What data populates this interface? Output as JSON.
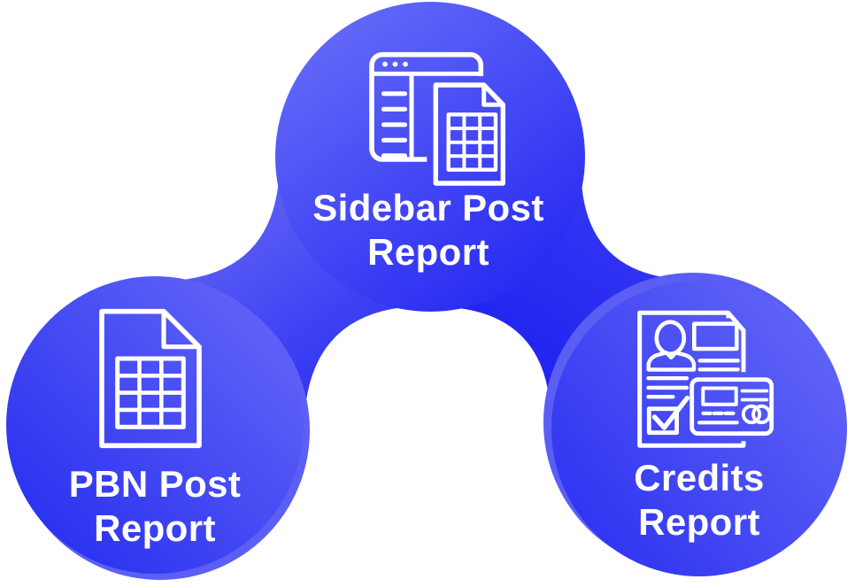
{
  "diagram": {
    "type": "blob-infographic",
    "background": "#ffffff",
    "nodes": [
      {
        "id": "sidebar-post-report",
        "label_line1": "Sidebar Post",
        "label_line2": "Report",
        "icon": "browser-spreadsheet-icon"
      },
      {
        "id": "pbn-post-report",
        "label_line1": "PBN Post",
        "label_line2": "Report",
        "icon": "spreadsheet-document-icon"
      },
      {
        "id": "credits-report",
        "label_line1": "Credits",
        "label_line2": "Report",
        "icon": "credits-document-card-icon"
      }
    ],
    "colors": {
      "top_light": "#646af8",
      "top_dark": "#2527f1",
      "left_light": "#6063f6",
      "left_dark": "#2a31f0",
      "right_light": "#6266f6",
      "right_dark": "#2e33f1",
      "neck_left_light": "#5d60f4",
      "neck_left_dark": "#3134f2",
      "neck_right_light": "#3336f3",
      "neck_right_dark": "#2124ef",
      "left_highlight": "#5b5ff4",
      "right_highlight": "#5a5ef4",
      "icon_stroke": "#ffffff",
      "label_text": "#ffffff"
    }
  }
}
